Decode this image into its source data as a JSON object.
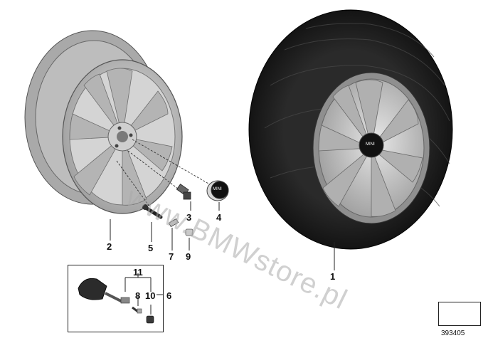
{
  "callouts": {
    "c1": "1",
    "c2": "2",
    "c3": "3",
    "c4": "4",
    "c5": "5",
    "c6": "6",
    "c7": "7",
    "c8": "8",
    "c9": "9",
    "c10": "10",
    "c11": "11"
  },
  "cap_logo": "MINI",
  "hub_logo": "MINI",
  "watermark": "www.BMWstore.pl",
  "sheet_number": "393405",
  "colors": {
    "rim": "#c8c8c8",
    "tire": "#1a1a1a",
    "line": "#222222"
  }
}
